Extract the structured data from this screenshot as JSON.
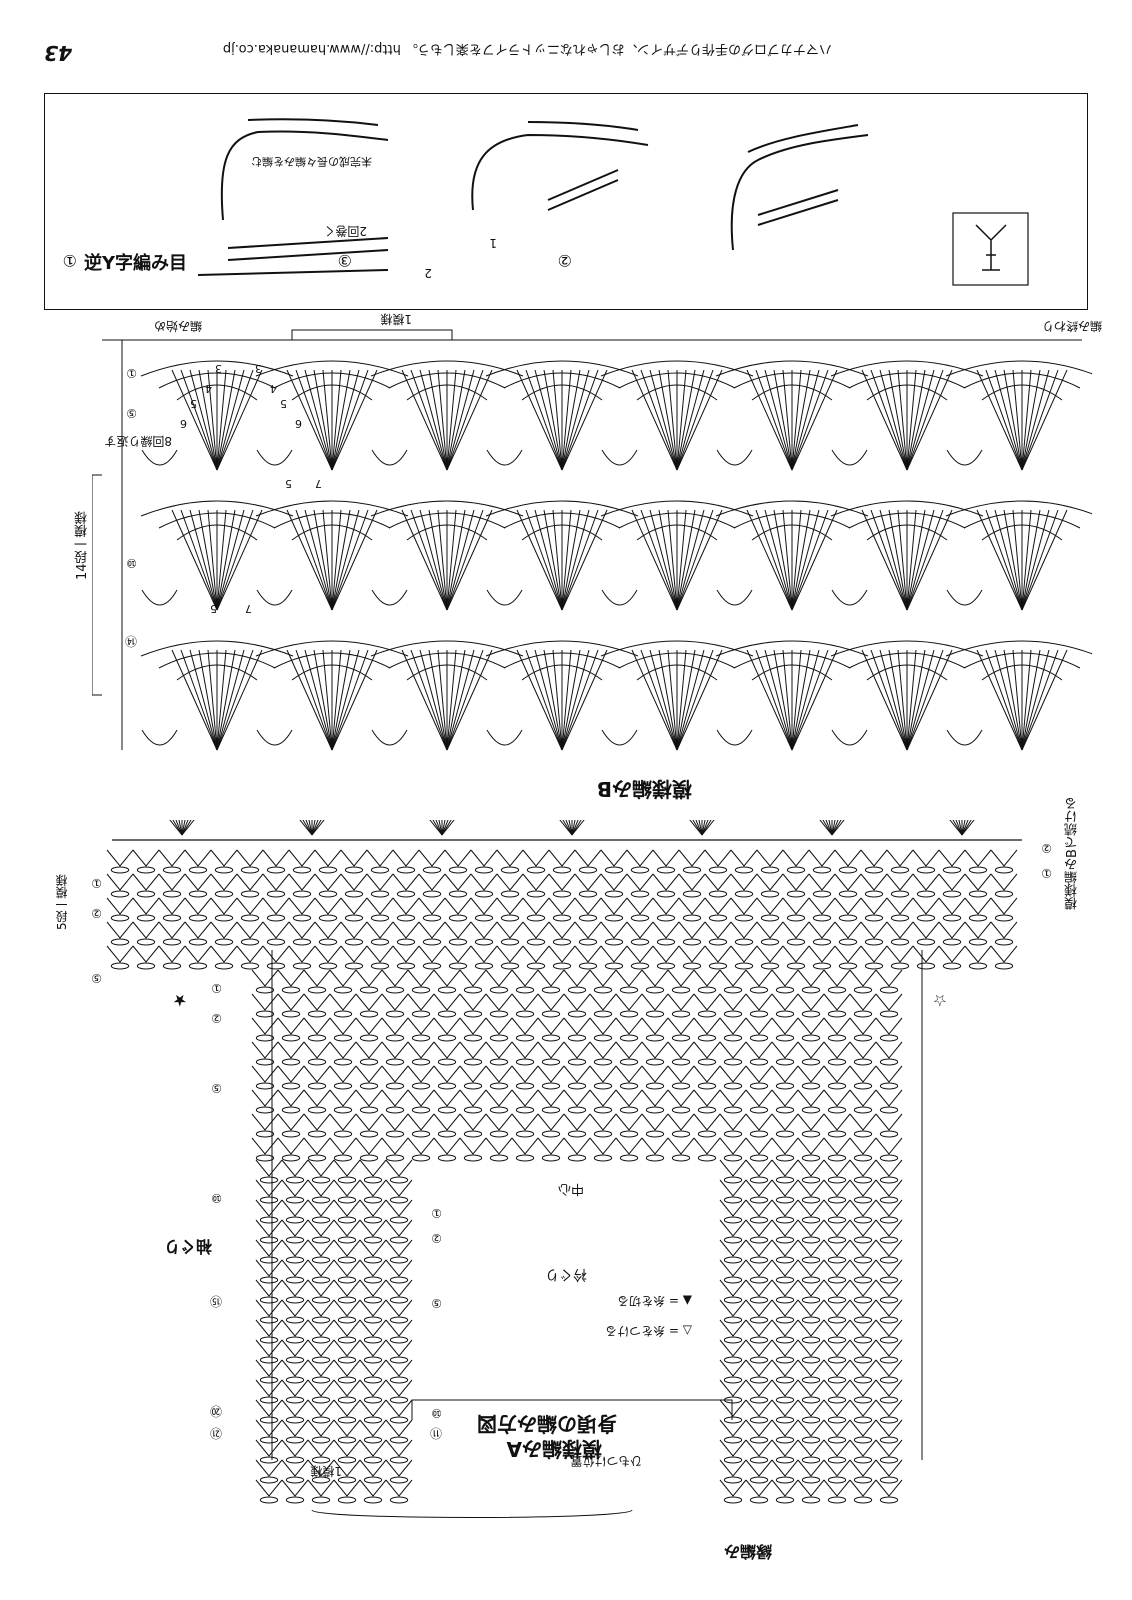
{
  "page": {
    "header_text": "ハマナカブログの手作りデザイン、おしゃれなニットライフを楽しもう。 http://www.hamanaka.co.jp",
    "page_number": "43"
  },
  "stitch_box": {
    "title": "逆Y字編み目",
    "steps": [
      {
        "num": "①",
        "note": "2回巻く",
        "note2": "未完成の長々編みを編む"
      },
      {
        "num": "②",
        "labels": [
          "1",
          "2"
        ]
      },
      {
        "num": "③"
      }
    ]
  },
  "pattern_b": {
    "title": "模様編みB",
    "start_label": "編み始め",
    "end_label": "編み終わり",
    "repeat_label": "1模様",
    "rows_label": "14段一模様",
    "repeat_8": "8回繰り返す",
    "row_markers": [
      "①",
      "⑤",
      "⑩",
      "⑭"
    ],
    "inner_numbers": [
      "3",
      "4",
      "5",
      "6",
      "7",
      "5",
      "3",
      "4",
      "5",
      "6",
      "7",
      "5"
    ]
  },
  "pattern_a": {
    "title": "模様編みA",
    "subtitle": "身頃の編み方図",
    "edge_label": "縁編み",
    "sleeve_label": "袖ぐり",
    "collar_label": "衿ぐり",
    "center_label": "中心",
    "tie_label": "ひもつけ位置",
    "repeat_label": "1模様",
    "edging_b_label": "模様編みBで続ける",
    "edge_rows_label": "5段一模様",
    "legend_join": "△ = 糸をつける",
    "legend_cut": "▲ = 糸を切る",
    "left_markers": [
      "①",
      "②",
      "⑤",
      "⑩",
      "⑮",
      "⑳",
      "㉑"
    ],
    "top_markers": [
      "①",
      "②",
      "⑤"
    ],
    "inner_markers": [
      "①",
      "②",
      "⑤",
      "⑩",
      "⑪"
    ],
    "edge_markers": [
      "①",
      "②"
    ],
    "star_open": "☆",
    "star_filled": "★"
  }
}
